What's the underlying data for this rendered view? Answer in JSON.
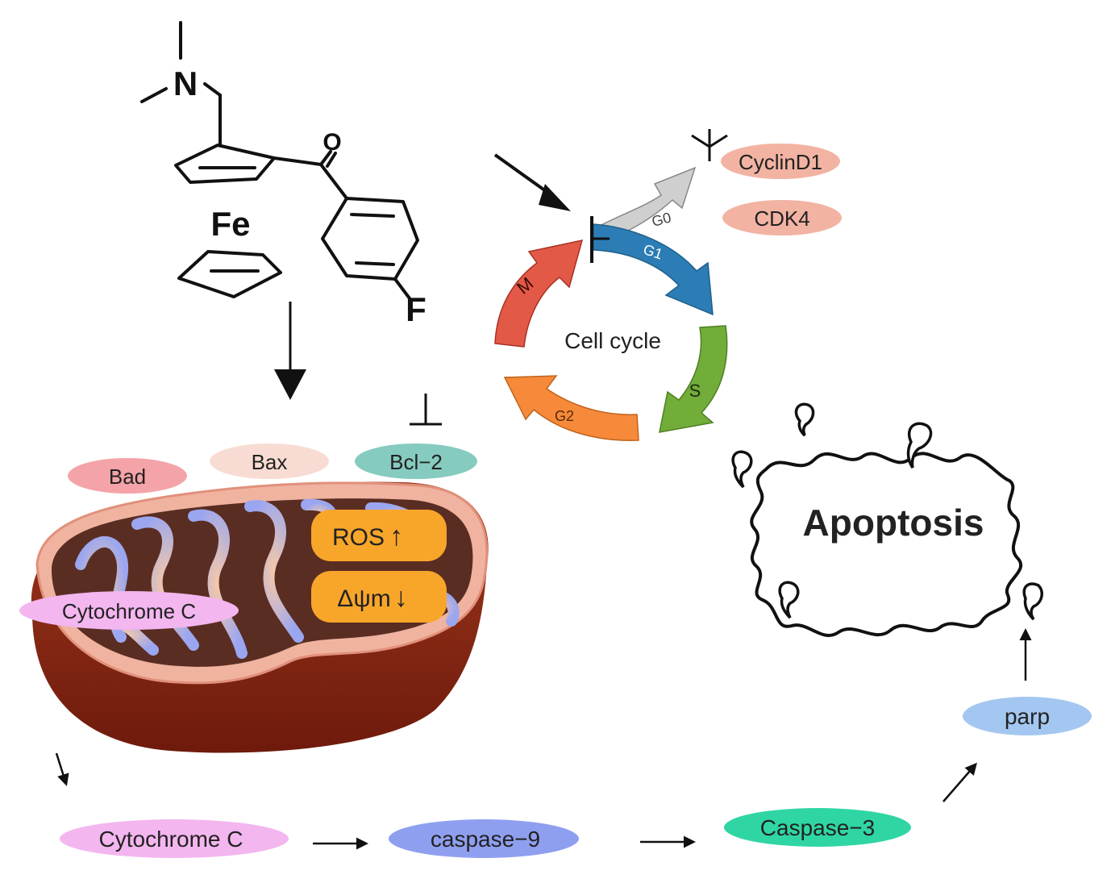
{
  "molecule": {
    "n_label": "N",
    "o_label": "O",
    "fe_label": "Fe",
    "f_label": "F"
  },
  "cell_cycle": {
    "center_label": "Cell cycle",
    "phases": {
      "g0": "G0",
      "g1": "G1",
      "s": "S",
      "g2": "G2",
      "m": "M"
    },
    "colors": {
      "g0": "#cfcfcf",
      "g1": "#2c7db5",
      "s": "#72ad3a",
      "g2": "#f68a3a",
      "m": "#e35947"
    }
  },
  "proteins": {
    "cyclind1": "CyclinD1",
    "cdk4": "CDK4",
    "bad": "Bad",
    "bax": "Bax",
    "bcl2": "Bcl−2",
    "cytochrome_c_mito": "Cytochrome C",
    "cytochrome_c": "Cytochrome C",
    "caspase9": "caspase−9",
    "caspase3": "Caspase−3",
    "parp": "parp"
  },
  "mitochondria": {
    "ros": "ROS",
    "ros_arrow": "↑",
    "dpsi": "Δψm",
    "dpsi_arrow": "↓"
  },
  "apoptosis": {
    "label": "Apoptosis"
  },
  "colors": {
    "cyclind1": "#f2b3a3",
    "cdk4": "#f2b3a3",
    "bad": "#f4a4a8",
    "bax": "#f8dcd3",
    "bcl2": "#86cbbf",
    "cytochrome": "#f3b6ef",
    "caspase9": "#8f9ff0",
    "caspase3": "#2fd6a4",
    "parp": "#a3c7f0",
    "orange_box": "#f8a62a"
  }
}
